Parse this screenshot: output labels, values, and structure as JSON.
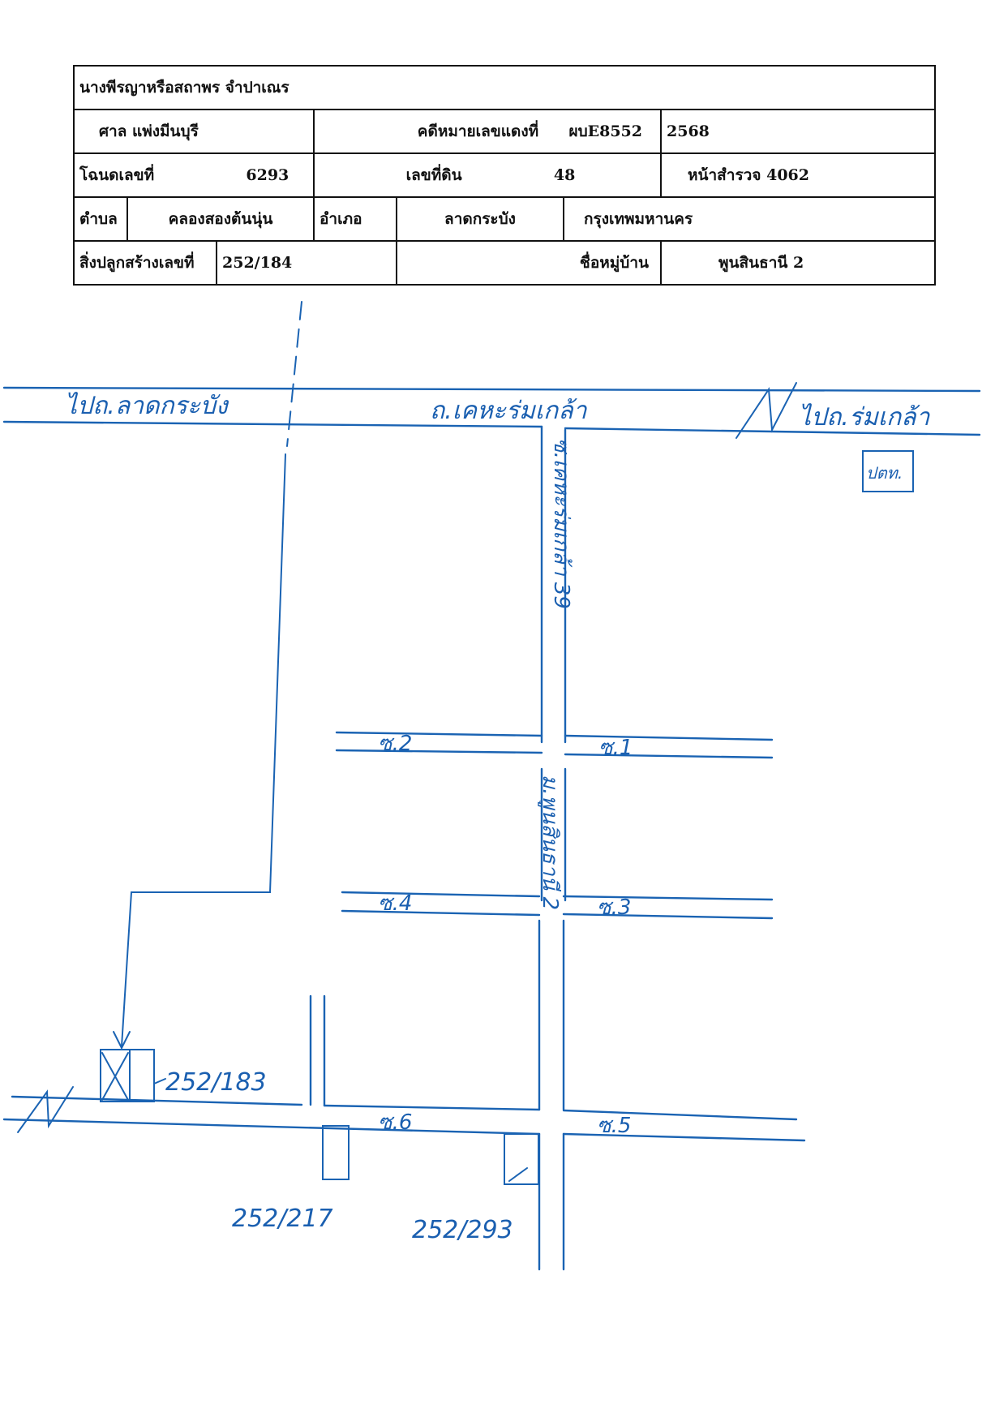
{
  "header": {
    "owner_name": "นางพีรญาหรือสถาพร จำปาเณร",
    "court": "ศาล แพ่งมีนบุรี",
    "case_label": "คดีหมายเลขแดงที่",
    "case_number": "ผบE8552",
    "case_year": "2568",
    "deed_label": "โฉนดเลขที่",
    "deed_number": "6293",
    "land_label": "เลขที่ดิน",
    "land_number": "48",
    "survey_label": "หน้าสำรวจ",
    "survey_number": "4062",
    "subdistrict_label": "ตำบล",
    "subdistrict": "คลองสองต้นนุ่น",
    "district_label": "อำเภอ",
    "district": "ลาดกระบัง",
    "province": "กรุงเทพมหานคร",
    "building_label": "สิ่งปลูกสร้างเลขที่",
    "building_number": "252/184",
    "village_label": "ชื่อหมู่บ้าน",
    "village": "พูนสินธานี 2"
  },
  "map": {
    "main_road_left": "ไปถ.ลาดกระบัง",
    "main_road_name": "ถ.เคหะร่มเกล้า",
    "main_road_right": "ไปถ.ร่มเกล้า",
    "police_box": "ปตท.",
    "soi_road": "ซ.เคหะร่มเกล้า 39",
    "village_road": "ม.พูนสินธานี 2",
    "sois": [
      "ซ.1",
      "ซ.2",
      "ซ.3",
      "ซ.4",
      "ซ.5",
      "ซ.6"
    ],
    "house_target": "252/183",
    "house_b": "252/217",
    "house_c": "252/293"
  },
  "colors": {
    "ink": "#1a63b3",
    "table_ink": "#111111"
  }
}
